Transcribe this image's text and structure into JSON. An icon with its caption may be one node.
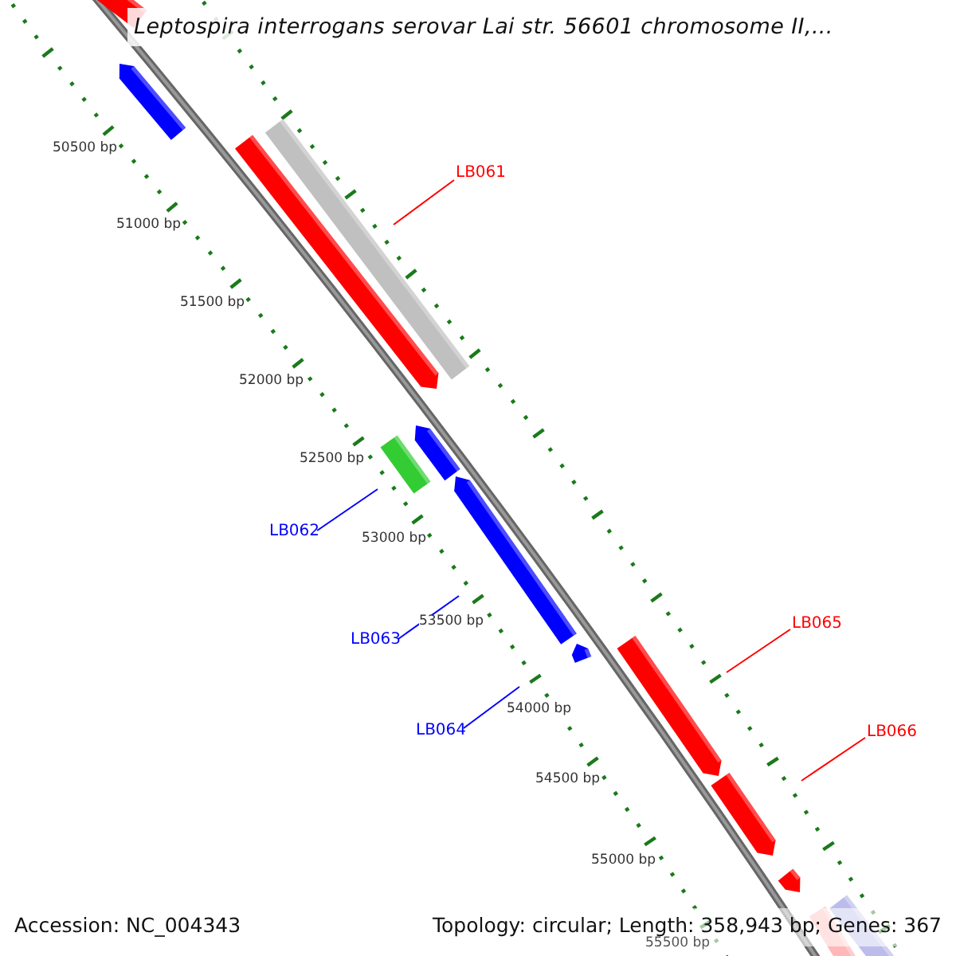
{
  "diagram": {
    "title": "Leptospira interrogans serovar Lai str. 56601 chromosome II,...",
    "nodes": [
      {
        "text": [
          "LB061"
        ]
      },
      {
        "text": [
          "LB062"
        ]
      },
      {
        "text": [
          "LB063"
        ]
      },
      {
        "text": [
          "LB064"
        ]
      },
      {
        "text": [
          "LB065"
        ]
      },
      {
        "text": [
          "LB066"
        ]
      }
    ],
    "edges": [
      {
        "from": 0,
        "to": null,
        "arrow": "none",
        "color": "#ff0000"
      },
      {
        "from": 1,
        "to": null,
        "arrow": "none",
        "color": "#0000ff"
      },
      {
        "from": 2,
        "to": null,
        "arrow": "none",
        "color": "#0000ff"
      },
      {
        "from": 3,
        "to": null,
        "arrow": "none",
        "color": "#0000ff"
      },
      {
        "from": 4,
        "to": null,
        "arrow": "none",
        "color": "#ff0000"
      },
      {
        "from": 5,
        "to": null,
        "arrow": "none",
        "color": "#ff0000"
      }
    ],
    "labels": [
      "50500 bp",
      "51000 bp",
      "51500 bp",
      "52000 bp",
      "52500 bp",
      "53000 bp",
      "53500 bp",
      "54000 bp",
      "54500 bp",
      "55000 bp",
      "55500 bp",
      "Accession: NC_004343",
      "Topology: circular; Length: 358,943 bp; Genes: 367"
    ]
  }
}
